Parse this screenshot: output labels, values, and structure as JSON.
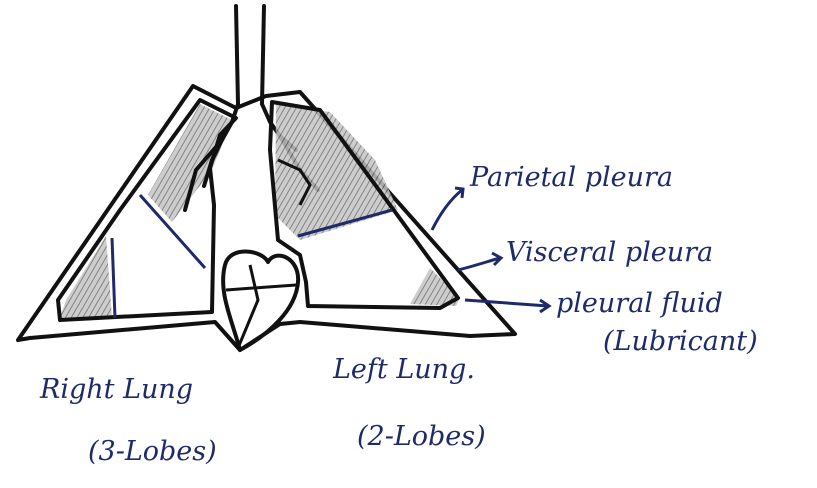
{
  "labels": {
    "parietal_pleura": "Parietal pleura",
    "visceral_pleura": "Visceral pleura",
    "pleural_fluid": "pleural fluid",
    "lubricant": "(Lubricant)",
    "right_lung": "Right Lung",
    "right_lobes": "(3-Lobes)",
    "left_lung": "Left Lung.",
    "left_lobes": "(2-Lobes)"
  },
  "colors": {
    "ink": "#111111",
    "pen": "#1f2a6b",
    "shade": "#9a9a9a"
  }
}
